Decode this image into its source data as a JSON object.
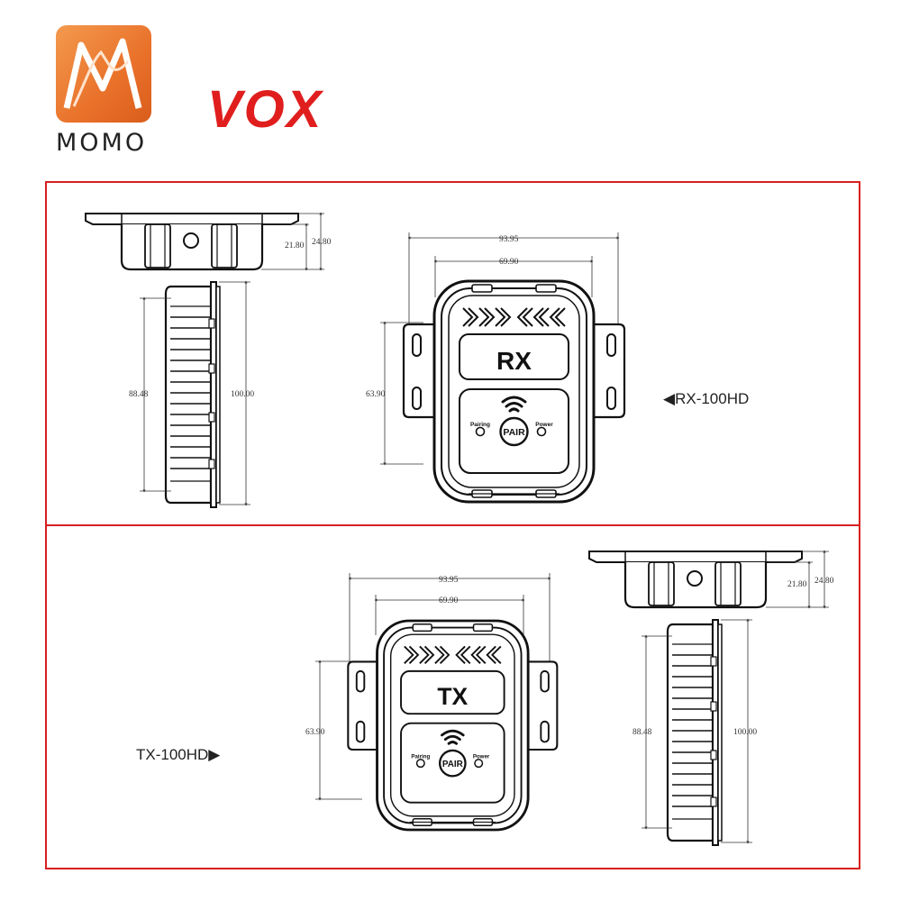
{
  "logo": {
    "text": "MOMO"
  },
  "brand": {
    "name": "VOX"
  },
  "colors": {
    "frame": "#d81f1f",
    "logo_orange": "#ee7a33",
    "brand_red": "#e01e1e",
    "line": "#111111"
  },
  "rx": {
    "model_label": "◀RX-100HD",
    "face_text": "RX",
    "pair_text": "PAIR",
    "pairing_text": "Pairing",
    "power_text": "Power",
    "dims": {
      "width_outer": "93.95",
      "width_inner": "69.90",
      "height": "63.90",
      "side_h1": "21.80",
      "side_h2": "24.80",
      "len_inner": "88.48",
      "len_outer": "100.00"
    }
  },
  "tx": {
    "model_label": "TX-100HD▶",
    "face_text": "TX",
    "pair_text": "PAIR",
    "pairing_text": "Pairing",
    "power_text": "Power",
    "dims": {
      "width_outer": "93.95",
      "width_inner": "69.90",
      "height": "63.90",
      "side_h1": "21.80",
      "side_h2": "24.80",
      "len_inner": "88.48",
      "len_outer": "100.00"
    }
  }
}
